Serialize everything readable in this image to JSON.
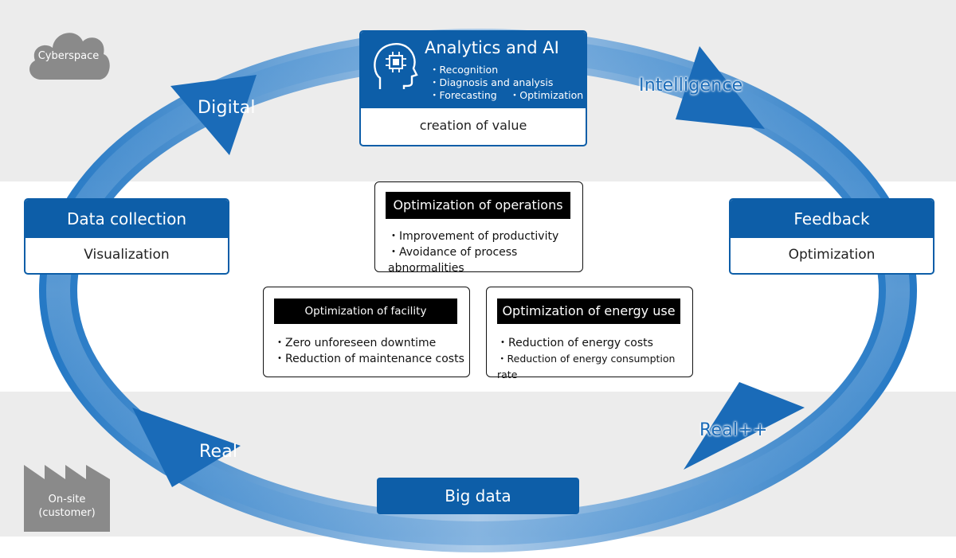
{
  "zones": {
    "cyberspace": "Cyberspace",
    "onsite_line1": "On-site",
    "onsite_line2": "(customer)"
  },
  "arrows": {
    "digital": "Digital",
    "intelligence": "Intelligence",
    "real": "Real",
    "real_plus": "Real++"
  },
  "analytics": {
    "title": "Analytics and AI",
    "items": [
      "Recognition",
      "Diagnosis and analysis",
      "Forecasting",
      "Optimization"
    ],
    "footer": "creation of value"
  },
  "data_collection": {
    "title": "Data collection",
    "footer": "Visualization"
  },
  "feedback": {
    "title": "Feedback",
    "footer": "Optimization"
  },
  "big_data": {
    "title": "Big data"
  },
  "operations": {
    "title": "Optimization of operations",
    "items": [
      "Improvement of productivity",
      "Avoidance of process abnormalities"
    ]
  },
  "facility": {
    "title": "Optimization of facility management",
    "items": [
      "Zero unforeseen downtime",
      "Reduction of maintenance costs"
    ]
  },
  "energy": {
    "title": "Optimization of energy use",
    "items": [
      "Reduction of energy costs",
      "Reduction of energy consumption rate"
    ]
  },
  "colors": {
    "brand_blue": "#0d5ea8",
    "band_gray": "#ececec",
    "icon_gray": "#8a8a8a"
  }
}
